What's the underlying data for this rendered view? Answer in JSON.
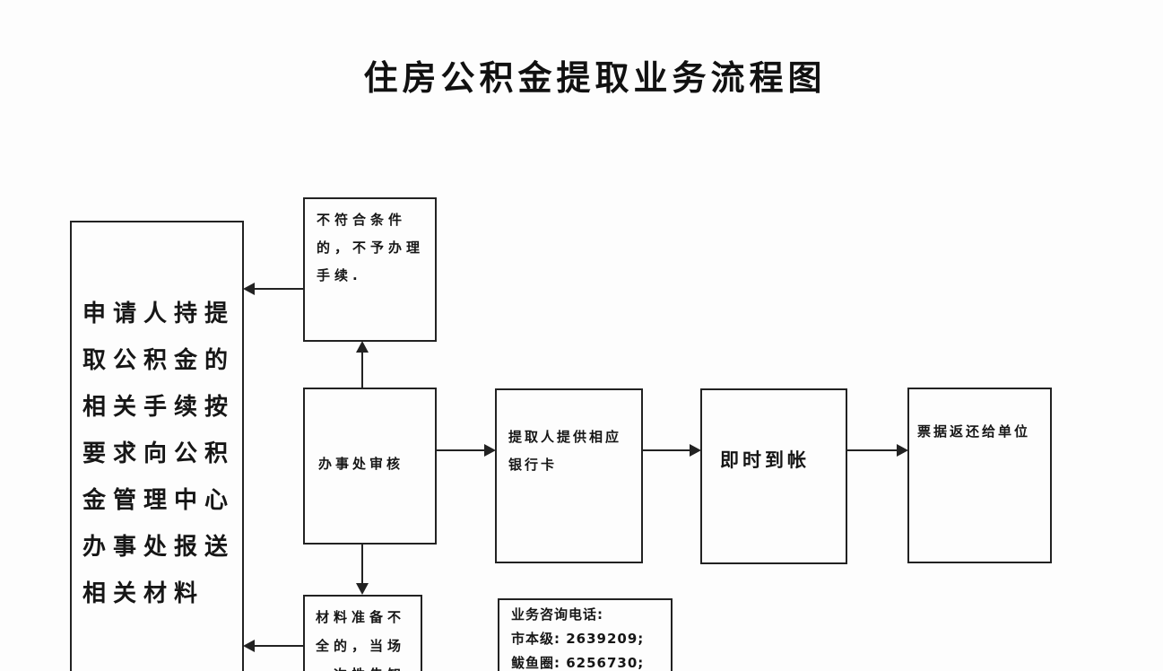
{
  "title": "住房公积金提取业务流程图",
  "colors": {
    "ink": "#222222",
    "background": "#fdfdfd"
  },
  "nodes": {
    "applicant": {
      "text": "申请人持提取公积金的相关手续按要求向公积金管理中心办事处报送相关材料"
    },
    "reject": {
      "lines": [
        "不符合条件",
        "的，不予办理",
        "手续."
      ]
    },
    "review": {
      "label": "办事处审核"
    },
    "bankcard": {
      "lines": [
        "提取人提供相应",
        "银行卡"
      ]
    },
    "instant": {
      "label": "即时到帐"
    },
    "receipt": {
      "label": "票据返还给单位"
    },
    "incomplete": {
      "lines": [
        "材料准备不",
        "全的，当场",
        "一次性告知"
      ]
    },
    "hotline": {
      "lines": [
        "业务咨询电话:",
        "市本级: 2639209;",
        "鲅鱼圈: 6256730;"
      ]
    }
  },
  "edges": [
    {
      "from": "review",
      "to": "reject",
      "direction": "up"
    },
    {
      "from": "reject",
      "to": "applicant",
      "direction": "left"
    },
    {
      "from": "review",
      "to": "incomplete",
      "direction": "down"
    },
    {
      "from": "incomplete",
      "to": "applicant",
      "direction": "left"
    },
    {
      "from": "review",
      "to": "bankcard",
      "direction": "right"
    },
    {
      "from": "bankcard",
      "to": "instant",
      "direction": "right"
    },
    {
      "from": "instant",
      "to": "receipt",
      "direction": "right"
    }
  ]
}
